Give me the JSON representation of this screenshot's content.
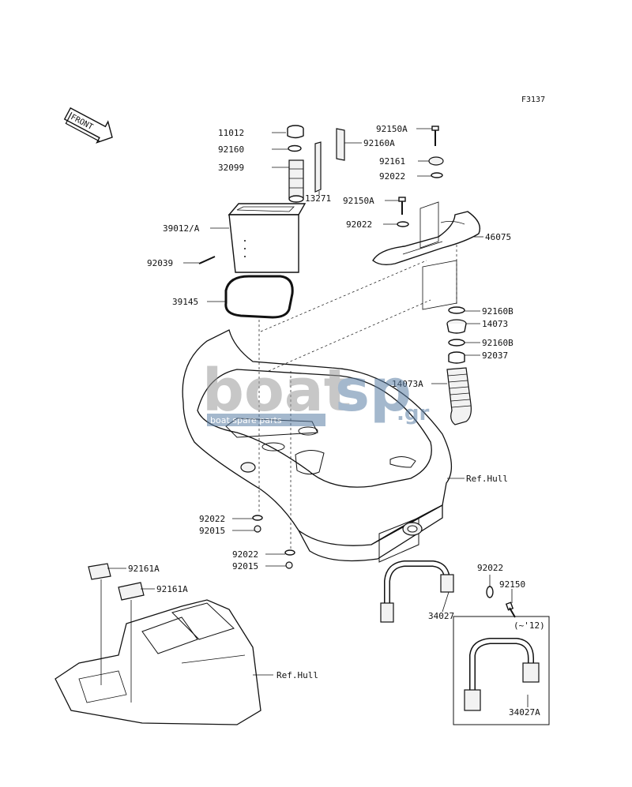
{
  "figure_code": "F3137",
  "front_label": "FRONT",
  "parts": {
    "p11012": "11012",
    "p92160": "92160",
    "p32099": "32099",
    "p13271": "13271",
    "p39012": "39012/A",
    "p92039": "92039",
    "p39145": "39145",
    "p92150A_1": "92150A",
    "p92160A": "92160A",
    "p92161": "92161",
    "p92022_1": "92022",
    "p92150A_2": "92150A",
    "p92022_2": "92022",
    "p46075": "46075",
    "p92160B_1": "92160B",
    "p14073": "14073",
    "p92160B_2": "92160B",
    "p92037": "92037",
    "p14073A": "14073A",
    "ref_hull_1": "Ref.Hull",
    "p92022_3": "92022",
    "p92015_1": "92015",
    "p92022_4": "92022",
    "p92015_2": "92015",
    "p92022_5": "92022",
    "p92150": "92150",
    "p34027": "34027",
    "year_note": "(~'12)",
    "p34027A": "34027A",
    "p92161A_1": "92161A",
    "p92161A_2": "92161A",
    "ref_hull_2": "Ref.Hull"
  },
  "watermark": {
    "brand_main": "boat",
    "brand_accent": "sp",
    "brand_tld": ".gr",
    "tagline": "boat spare parts",
    "color": "#9a9a9a",
    "accent_color": "#5b7fa6"
  }
}
